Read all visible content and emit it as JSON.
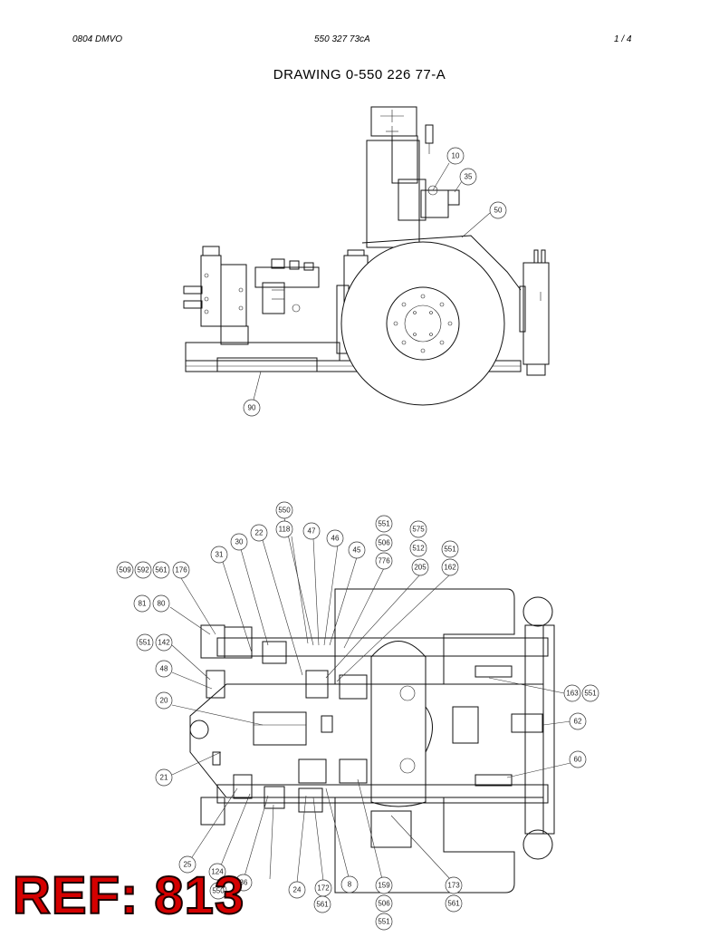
{
  "header": {
    "left": "0804 DMVO",
    "center": "550 327 73cA",
    "right": "1 /   4"
  },
  "title": "DRAWING  0-550 226 77-A",
  "ref_stamp": "REF: 813",
  "side_view": {
    "labels": [
      "10",
      "35",
      "50",
      "90"
    ]
  },
  "top_view": {
    "labels": [
      "550",
      "118",
      "22",
      "47",
      "46",
      "45",
      "551",
      "575",
      "506",
      "512",
      "551",
      "776",
      "205",
      "162",
      "30",
      "31",
      "509",
      "592",
      "561",
      "176",
      "81",
      "80",
      "551",
      "142",
      "48",
      "20",
      "21",
      "163",
      "551",
      "62",
      "60",
      "25",
      "124",
      "550",
      "36",
      "24",
      "172",
      "8",
      "159",
      "506",
      "551",
      "173",
      "561",
      "561"
    ]
  }
}
